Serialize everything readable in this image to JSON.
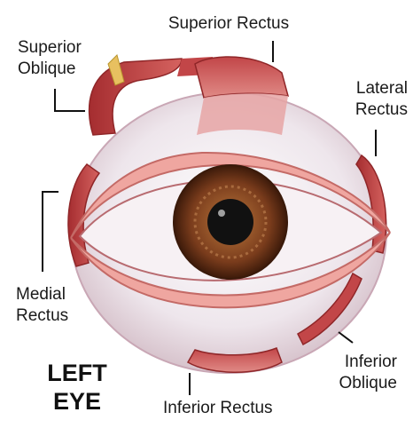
{
  "diagram": {
    "title": {
      "line1": "LEFT",
      "line2": "EYE"
    },
    "labels": {
      "superior_rectus": "Superior Rectus",
      "superior_oblique": {
        "line1": "Superior",
        "line2": "Oblique"
      },
      "lateral_rectus": {
        "line1": "Lateral",
        "line2": "Rectus"
      },
      "medial_rectus": {
        "line1": "Medial",
        "line2": "Rectus"
      },
      "inferior_oblique": {
        "line1": "Inferior",
        "line2": "Oblique"
      },
      "inferior_rectus": "Inferior Rectus"
    },
    "colors": {
      "sclera": "#eee6ec",
      "muscle": "#b83a3c",
      "muscle_light": "#d8706e",
      "iris": "#7a3c1c",
      "pupil": "#111111",
      "eyelid": "#efa6a0",
      "tendon": "#e8c060"
    }
  }
}
